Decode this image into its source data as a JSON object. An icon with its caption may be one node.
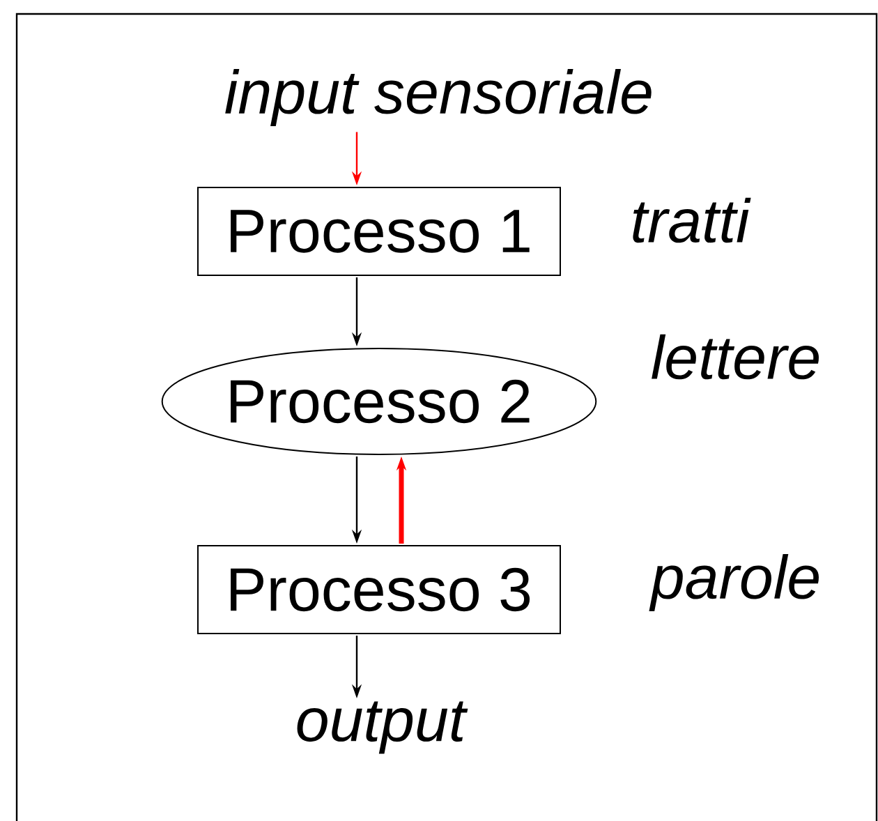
{
  "diagram": {
    "nodes": [
      {
        "text": [
          "input sensoriale"
        ]
      },
      {
        "text": [
          "Processo 1"
        ]
      },
      {
        "text": [
          "Processo 2"
        ]
      },
      {
        "text": [
          "Processo 3"
        ]
      },
      {
        "text": [
          "output"
        ]
      }
    ],
    "edges": [
      {
        "from": 0,
        "to": 1,
        "arrow": "to",
        "color": "#ff0000"
      },
      {
        "from": 1,
        "to": 2,
        "arrow": "to"
      },
      {
        "from": 2,
        "to": 3,
        "arrow": "to"
      },
      {
        "from": 3,
        "to": 2,
        "arrow": "to",
        "style": "thick",
        "color": "#ff0000"
      },
      {
        "from": 3,
        "to": 4,
        "arrow": "to"
      }
    ],
    "labels": [
      "tratti",
      "lettere",
      "parole"
    ]
  }
}
